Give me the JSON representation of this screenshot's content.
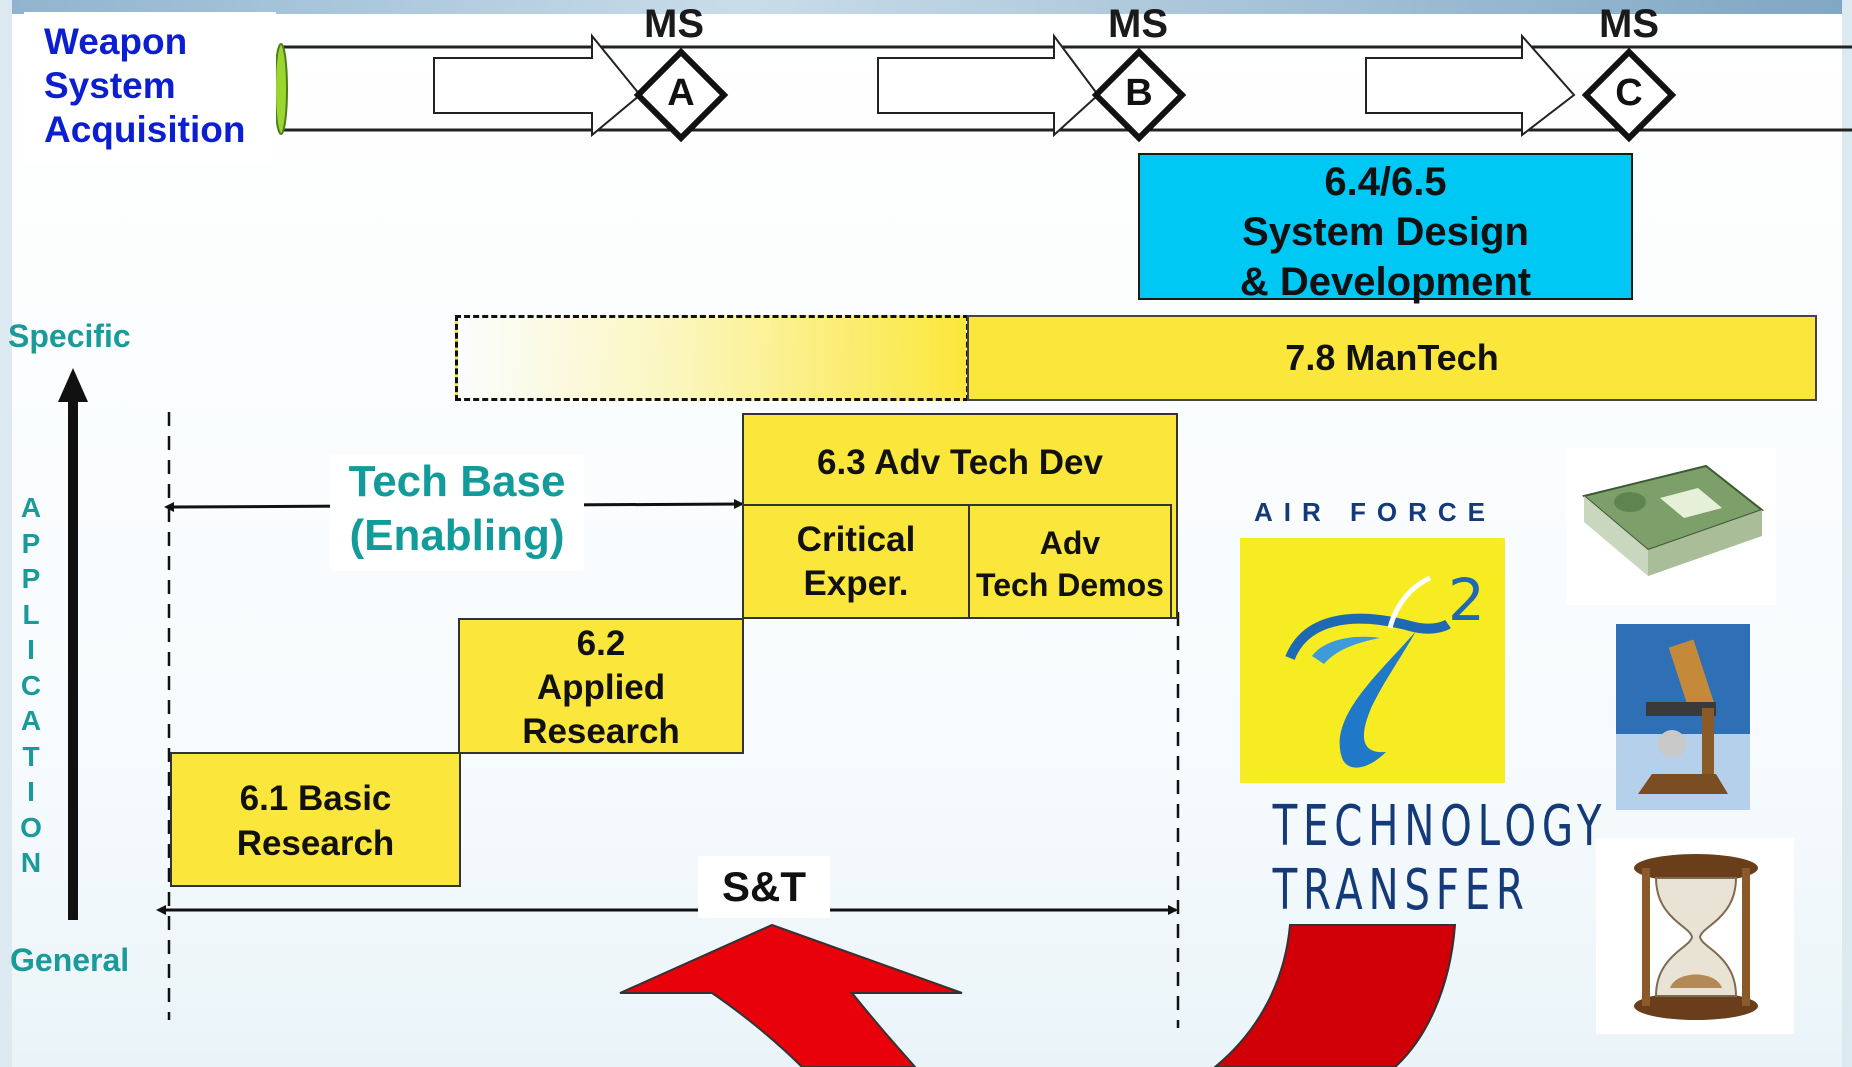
{
  "header": {
    "title_lines": [
      "Weapon",
      "System",
      "Acquisition"
    ],
    "milestones": [
      {
        "label": "MS",
        "letter": "A"
      },
      {
        "label": "MS",
        "letter": "B"
      },
      {
        "label": "MS",
        "letter": "C"
      }
    ]
  },
  "boxes": {
    "system_design": [
      "6.4/6.5",
      "System Design",
      "& Development"
    ],
    "mantech": "7.8  ManTech",
    "adv_tech_dev": "6.3  Adv  Tech  Dev",
    "critical": [
      "Critical",
      "Exper."
    ],
    "adv_demos": [
      "Adv",
      "Tech Demos"
    ],
    "applied": [
      "6.2",
      "Applied",
      "Research"
    ],
    "basic": [
      "6.1  Basic",
      "Research"
    ]
  },
  "axis": {
    "top": "Specific",
    "bottom": "General",
    "letters": [
      "A",
      "P",
      "P",
      "L",
      "I",
      "C",
      "A",
      "T",
      "I",
      "O",
      "N"
    ]
  },
  "spans": {
    "tech_base": [
      "Tech Base",
      "(Enabling)"
    ],
    "st": "S&T"
  },
  "logo": {
    "top": "AIR FORCE",
    "mark": "2",
    "bottom": [
      "TECHNOLOGY",
      "TRANSFER"
    ]
  },
  "images": [
    "money-icon",
    "microscope-icon",
    "hourglass-icon"
  ],
  "colors": {
    "yellow": "#fbe73c",
    "cyan": "#00c8f5",
    "teal": "#1a9a9a",
    "blue_title": "#0b1fd0",
    "red_arrow": "#e8000a",
    "logo_blue": "#143a7a"
  }
}
